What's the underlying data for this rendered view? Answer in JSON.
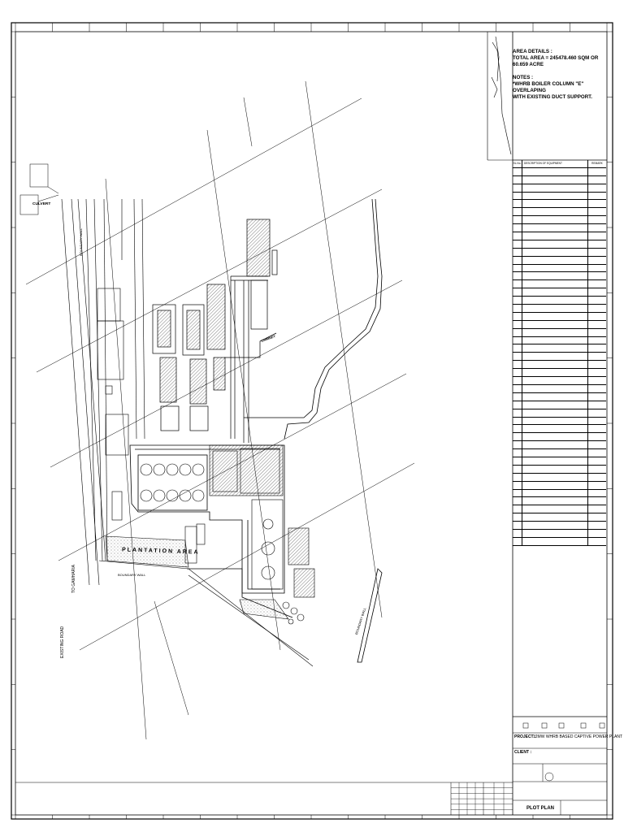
{
  "notes": {
    "area_heading": "AREA DETAILS :",
    "total_area": "TOTAL AREA = 245478.460 SQM OR 60.659 ACRE",
    "notes_heading": "NOTES :",
    "note_line1": "*WHRB BOILER COLUMN \"E\" OVERLAPING",
    "note_line2": "WITH EXISTING DUCT  SUPPORT."
  },
  "site_labels": {
    "culvert": "CULVERT",
    "plantation_area": "PLANTATION AREA",
    "boundary_wall": "BOUNDARY WALL",
    "boundary_wall_side": "BOUNDARY WALL",
    "boundary_wall_left": "BOUNDARY WALL",
    "chimney": "CHIMNEY",
    "road_left": "TO GAMHARIA",
    "road_left2": "EXISTING ROAD"
  },
  "legend_table": {
    "col_sl": "SL.No.",
    "col_desc": "DESCRIPTION OF EQUIPMENT",
    "col_remark": "REMARK",
    "row_count": 47
  },
  "title_block": {
    "project_label": "PROJECT :",
    "project_name": "12MW  WHRB BASED CAPTIVE POWER PLANT",
    "client_label": "CLIENT :",
    "client_name": "",
    "drawing_title": "PLOT PLAN"
  }
}
